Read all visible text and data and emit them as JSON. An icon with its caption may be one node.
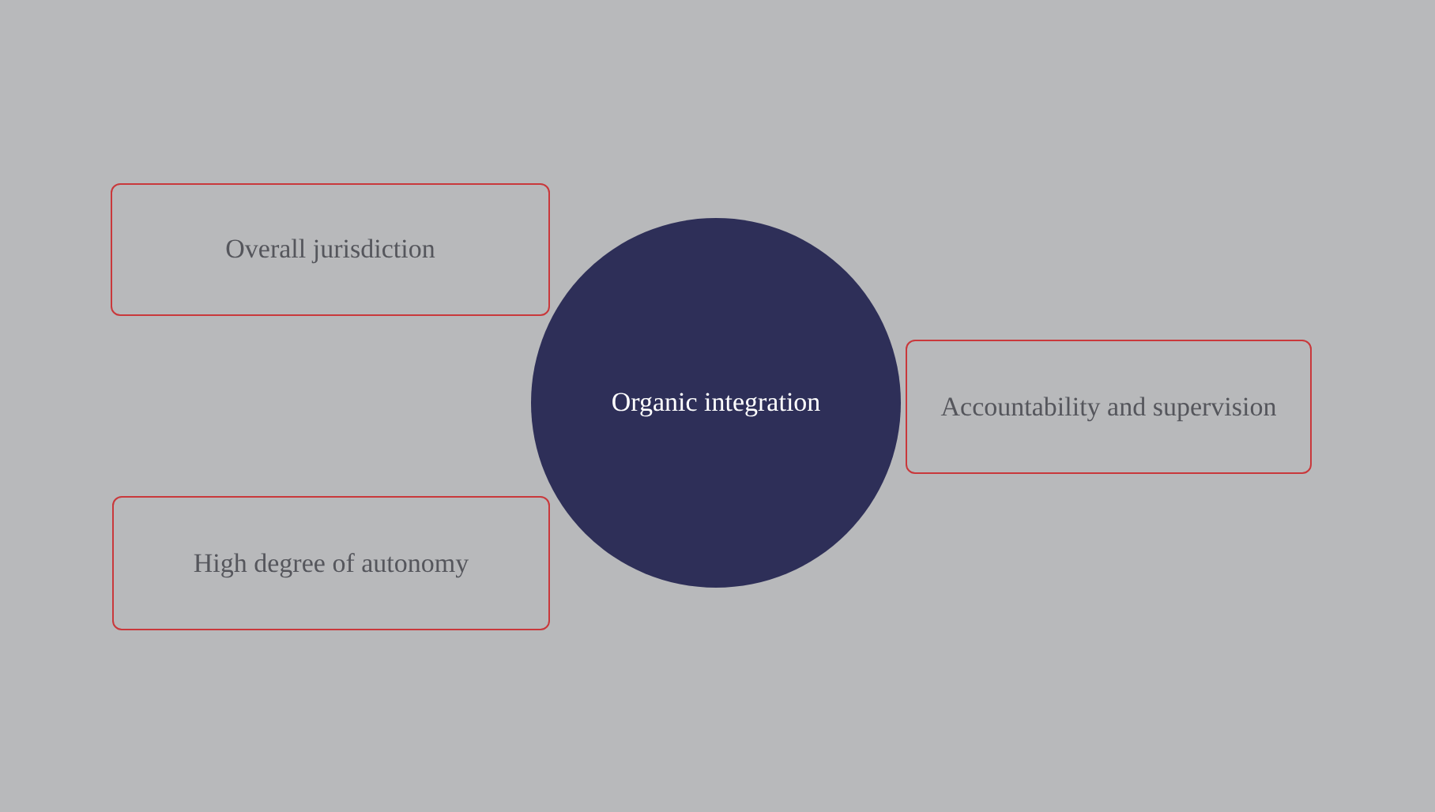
{
  "diagram": {
    "nodes": [
      {
        "text": [
          "Overall jurisdiction"
        ]
      },
      {
        "text": [
          "Organic integration"
        ]
      },
      {
        "text": [
          "Accountability and supervision"
        ]
      },
      {
        "text": [
          "High degree of autonomy"
        ]
      }
    ]
  }
}
